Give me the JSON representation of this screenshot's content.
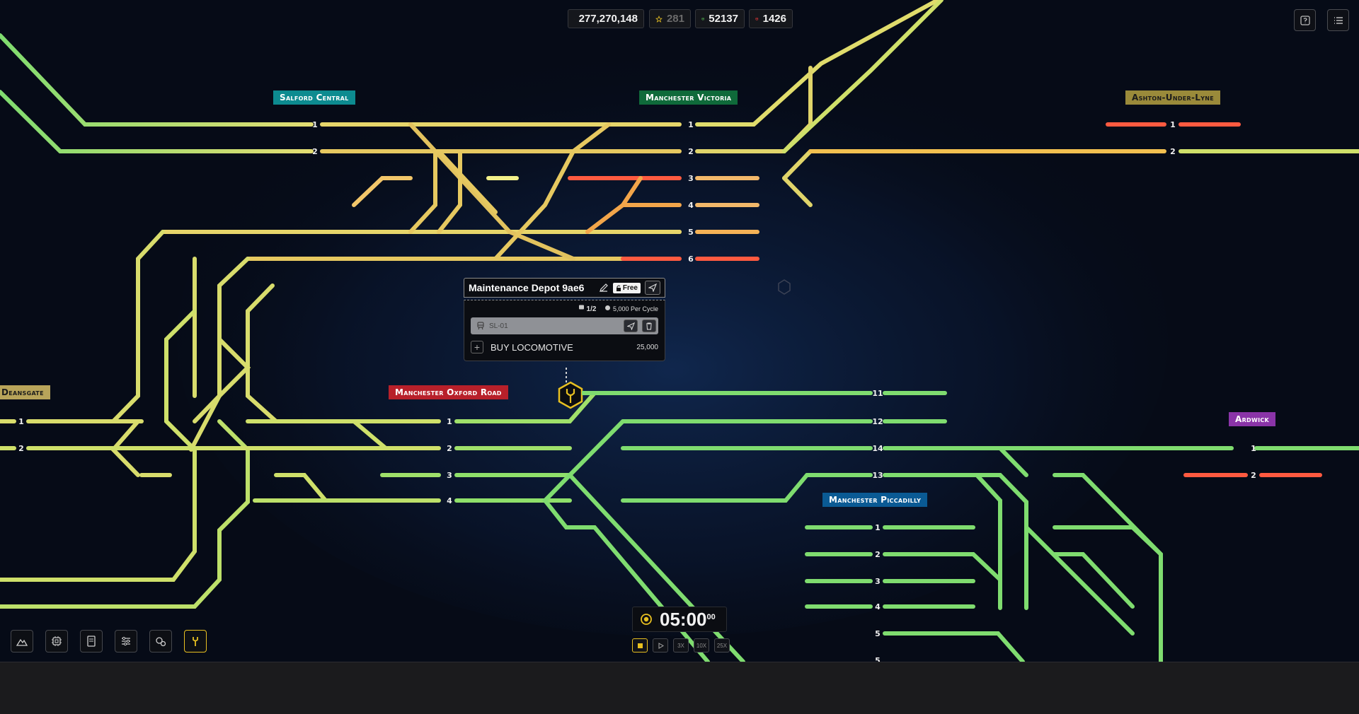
{
  "hud": {
    "money": "277,270,148",
    "stars": "281",
    "green_trains": "52137",
    "red_trains": "1426"
  },
  "stations": {
    "salford": "Salford Central",
    "victoria": "Manchester Victoria",
    "ashton": "Ashton-Under-Lyne",
    "deansgate": "Deansgate",
    "oxford_road": "Manchester Oxford Road",
    "piccadilly": "Manchester Piccadilly",
    "ardwick": "Ardwick"
  },
  "platforms": {
    "salford": [
      "1",
      "2"
    ],
    "victoria": [
      "1",
      "2",
      "3",
      "4",
      "5",
      "6"
    ],
    "ashton": [
      "1",
      "2"
    ],
    "deansgate": [
      "1",
      "2"
    ],
    "oxford": [
      "1",
      "2",
      "3",
      "4"
    ],
    "pic_upper": [
      "11",
      "12",
      "14",
      "13"
    ],
    "pic_lower": [
      "1",
      "2",
      "3",
      "4",
      "5",
      "5"
    ],
    "ardwick": [
      "1",
      "2"
    ]
  },
  "depot_popup": {
    "title": "Maintenance Depot 9ae6",
    "badge": "Free",
    "capacity": "1/2",
    "cost": "5,000",
    "cost_suffix": "Per Cycle",
    "loco": "SL-01",
    "buy_label": "BUY LOCOMOTIVE",
    "buy_price": "25,000"
  },
  "clock": {
    "time": "05:00",
    "seconds": "00"
  },
  "speeds": [
    "3X",
    "10X",
    "25X"
  ],
  "colors": {
    "accent": "#e8c021",
    "track_green": "#7fdc6f",
    "track_yellow": "#e3dc72",
    "track_orange": "#f2a54a",
    "track_red": "#ff4a3a"
  }
}
